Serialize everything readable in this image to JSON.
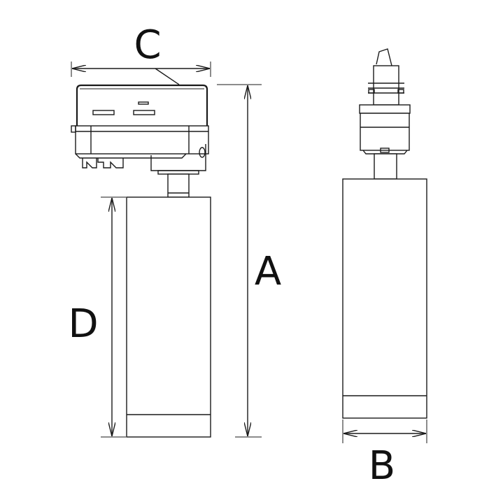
{
  "labels": {
    "a": "A",
    "b": "B",
    "c": "C",
    "d": "D"
  },
  "colors": {
    "line": "#1a1a1a",
    "background": "#ffffff"
  }
}
